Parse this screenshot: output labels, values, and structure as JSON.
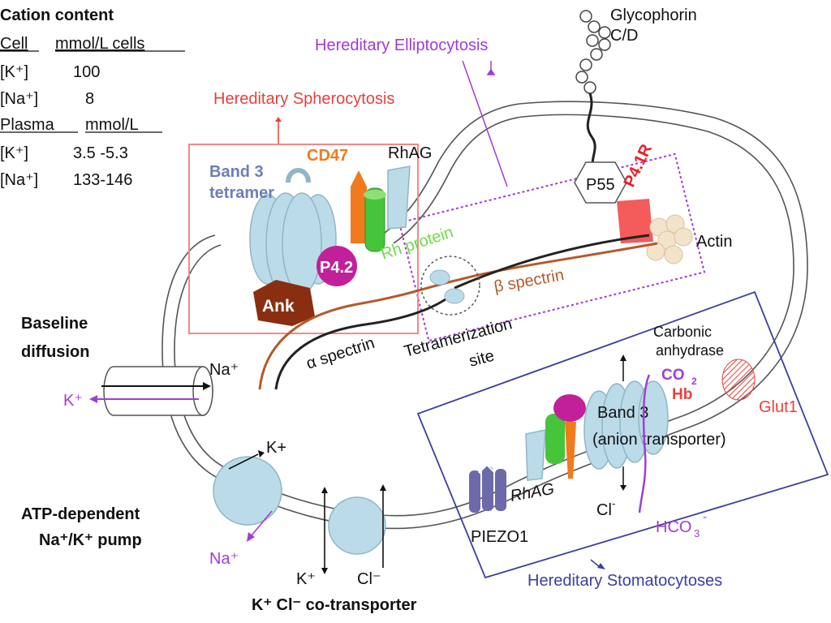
{
  "cation_table": {
    "title": "Cation content",
    "cell_col1": "Cell",
    "cell_col2": "mmol/L cells",
    "cell_rows": [
      {
        "label": "[K⁺]",
        "value": "100"
      },
      {
        "label": "[Na⁺]",
        "value": "8"
      }
    ],
    "plasma_col1": "Plasma",
    "plasma_col2": "mmol/L",
    "plasma_rows": [
      {
        "label": "[K⁺]",
        "value": "3.5 -5.3"
      },
      {
        "label": "[Na⁺]",
        "value": "133-146"
      }
    ]
  },
  "diseases": {
    "spherocytosis": "Hereditary Spherocytosis",
    "elliptocytosis": "Hereditary Elliptocytosis",
    "stomatocytoses": "Hereditary Stomatocytoses"
  },
  "proteins": {
    "glycophorin_line1": "Glycophorin",
    "glycophorin_line2": "C/D",
    "band3_line1": "Band 3",
    "band3_line2": "tetramer",
    "cd47": "CD47",
    "rhag_top": "RhAG",
    "p55": "P55",
    "p41r": "P4.1R",
    "rh_protein": "Rh protein",
    "actin": "Actin",
    "p42": "P4.2",
    "ank": "Ank",
    "beta_spectrin": "β spectrin",
    "alpha_spectrin": "α spectrin",
    "tetramer_line1": "Tetramerization",
    "tetramer_line2": "site",
    "carbonic_line1": "Carbonic",
    "carbonic_line2": "anhydrase",
    "co2": "CO",
    "co2_sub": "2",
    "hb": "Hb",
    "glut1": "Glut1",
    "band3b_line1": "Band 3",
    "band3b_line2": "(anion transporter)",
    "cl_minus": "Cl",
    "rhag_bottom": "RhAG",
    "piezo1": "PIEZO1",
    "hco3": "HCO",
    "hco3_sub": "3",
    "hco3_sup": "-"
  },
  "transport": {
    "baseline_line1": "Baseline",
    "baseline_line2": "diffusion",
    "na_plus": "Na⁺",
    "k_plus": "K⁺",
    "k_plus_pump": "K+",
    "pump_line1": "ATP-dependent",
    "pump_line2": "Na⁺/K⁺ pump",
    "pump_na": "Na⁺",
    "cotrans_k": "K⁺",
    "cotrans_cl": "Cl⁻",
    "cotransporter": "K⁺ Cl⁻ co-transporter"
  },
  "colors": {
    "spherocytosis": "#e8413a",
    "elliptocytosis": "#a13bd6",
    "stomatocytoses": "#3c3f9e",
    "band3_fill": "#bcdbe8",
    "cd47": "#f07a1c",
    "rh_green": "#46c43a",
    "p42": "#c2209b",
    "ank": "#8a2e12",
    "p41r": "#f45b5b",
    "piezo": "#6c6aa8",
    "ion_purple": "#a23dd4"
  }
}
